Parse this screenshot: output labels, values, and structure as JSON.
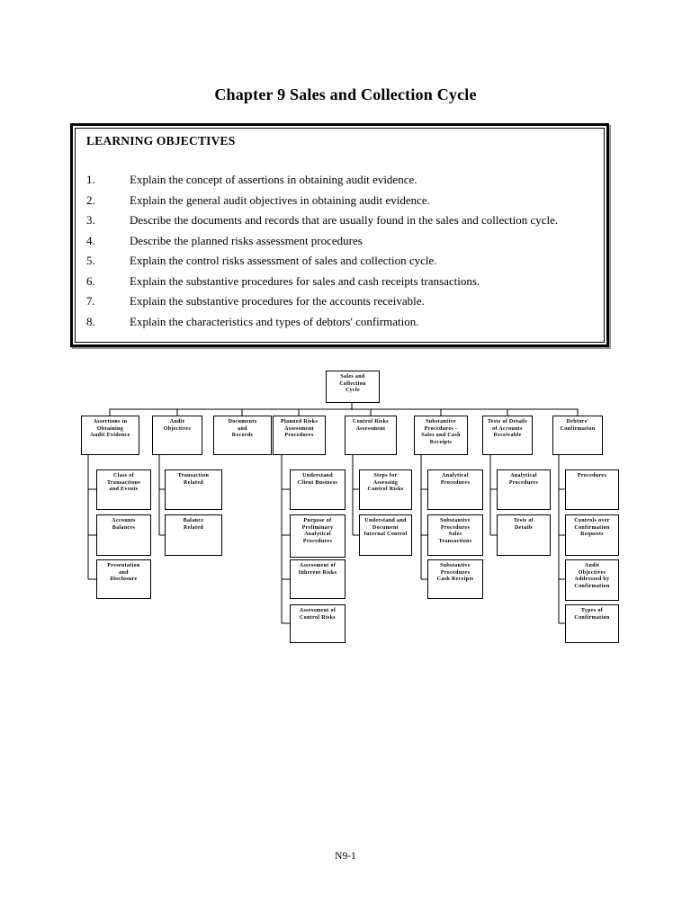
{
  "page": {
    "title": "Chapter 9 Sales and Collection Cycle",
    "footer": "N9-1"
  },
  "colors": {
    "ink": "#000000",
    "paper": "#ffffff"
  },
  "objectives": {
    "heading": "LEARNING OBJECTIVES",
    "items": [
      {
        "num": "1.",
        "text": "Explain the concept of assertions in obtaining audit evidence."
      },
      {
        "num": "2.",
        "text": "Explain the general audit objectives in obtaining audit evidence."
      },
      {
        "num": "3.",
        "text": "Describe the documents and records that are usually found in the sales and collection cycle."
      },
      {
        "num": "4.",
        "text": "Describe the planned risks assessment procedures"
      },
      {
        "num": "5.",
        "text": "Explain the control risks assessment of sales and collection cycle."
      },
      {
        "num": "6.",
        "text": "Explain the substantive procedures for sales and cash receipts transactions."
      },
      {
        "num": "7.",
        "text": "Explain the substantive procedures for the accounts receivable."
      },
      {
        "num": "8.",
        "text": "Explain the characteristics and types of debtors' confirmation."
      }
    ]
  },
  "chart": {
    "root": "Sales and\nCollection\nCycle",
    "columns": [
      {
        "header": "Assertions in\nObtaining\nAudit Evidence",
        "children": [
          "Class of\nTransactions\nand Events",
          "Accounts\nBalances",
          "Presentation\nand\nDisclosure"
        ]
      },
      {
        "header": "Audit\nObjectives",
        "children": [
          "Transaction\nRelated",
          "Balance\nRelated"
        ]
      },
      {
        "header": "Documents\nand\nRecords",
        "children": []
      },
      {
        "header": "Planned Risks\nAssessment\nProcedures",
        "children": [
          "Understand\nClient Business",
          "Purpose of\nPreliminary\nAnalytical\nProcedures",
          "Assessment of\nInherent Risks",
          "Assessment of\nControl Risks"
        ]
      },
      {
        "header": "Control Risks\nAssessment",
        "children": [
          "Steps for\nAssessing\nControl Risks",
          "Understand and\nDocument\nInternal Control"
        ]
      },
      {
        "header": "Substantive\nProcedures -\nSales and Cash\nReceipts",
        "children": [
          "Analytical\nProcedures",
          "Substantive\nProcedures\nSales\nTransactions",
          "Substantive\nProcedures\nCash Receipts"
        ]
      },
      {
        "header": "Tests of Details\nof Accounts\nReceivable",
        "children": [
          "Analytical\nProcedures",
          "Tests of\nDetails"
        ]
      },
      {
        "header": "Debtors'\nConfirmation",
        "children": [
          "Procedures",
          "Controls over\nConfirmation\nRequests",
          "Audit\nObjectives\nAddressed by\nConfirmation",
          "Types of\nConfirmation"
        ]
      }
    ]
  }
}
